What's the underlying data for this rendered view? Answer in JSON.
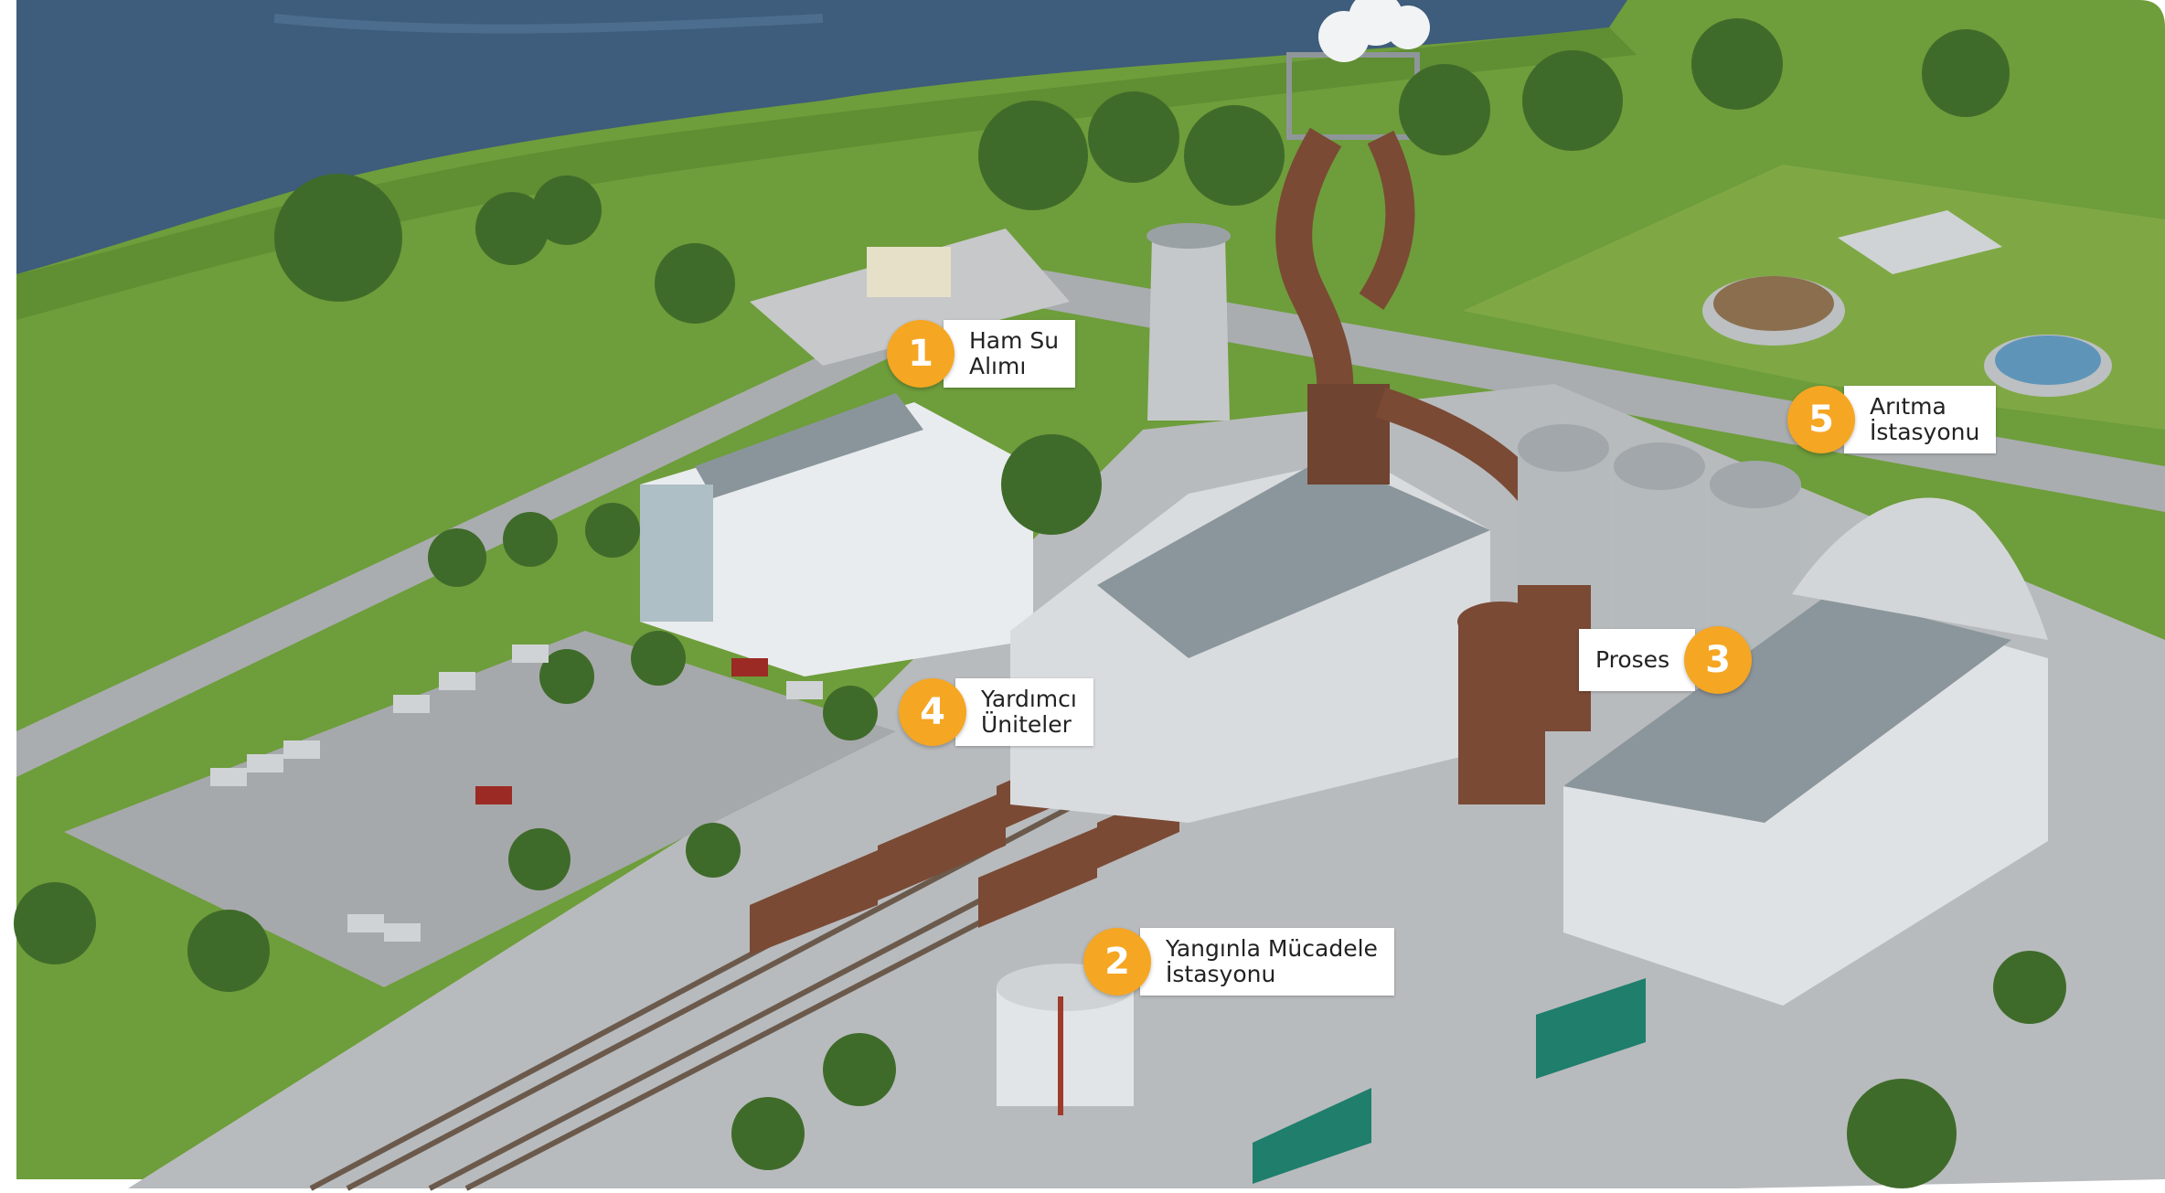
{
  "colors": {
    "badge": "#f5a623",
    "label_bg": "#ffffff",
    "label_text": "#222222",
    "water": "#3d5a78",
    "grass": "#6f9e3a",
    "pavement": "#b9bcbe",
    "building_roof": "#7f8a90",
    "rust": "#7a4a35"
  },
  "callouts": [
    {
      "number": "1",
      "lines": [
        "Ham Su",
        "Alımı"
      ]
    },
    {
      "number": "2",
      "lines": [
        "Yangınla Mücadele",
        "İstasyonu"
      ]
    },
    {
      "number": "3",
      "lines": [
        "Proses"
      ]
    },
    {
      "number": "4",
      "lines": [
        "Yardımcı",
        "Üniteler"
      ]
    },
    {
      "number": "5",
      "lines": [
        "Arıtma",
        "İstasyonu"
      ]
    }
  ]
}
